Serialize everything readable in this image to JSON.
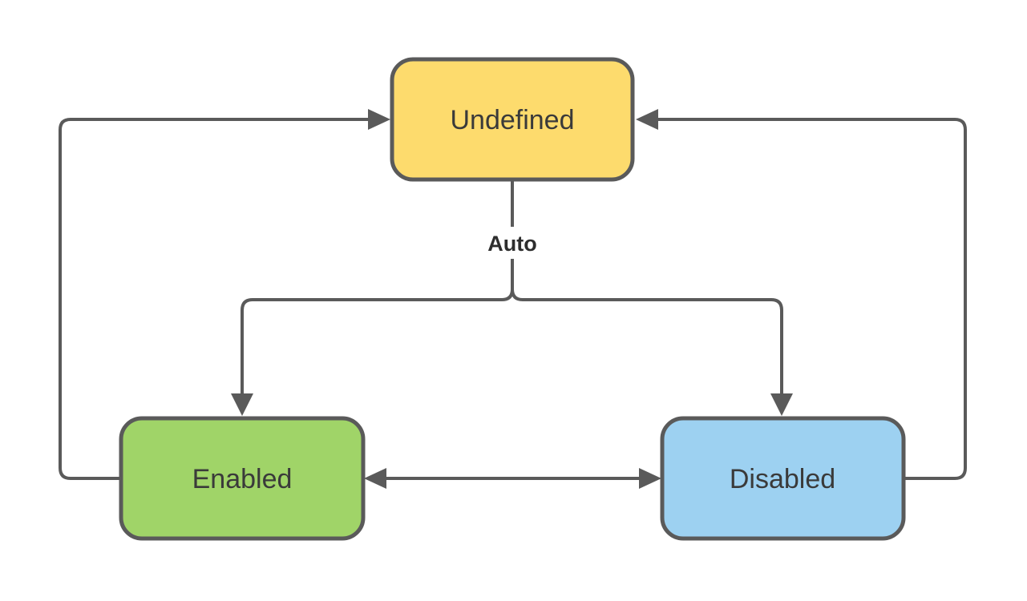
{
  "diagram": {
    "type": "state-diagram",
    "background_color": "#ffffff",
    "line_color": "#5a5a5a",
    "nodes": [
      {
        "id": "undefined",
        "label": "Undefined",
        "fill": "#FDDB6D"
      },
      {
        "id": "enabled",
        "label": "Enabled",
        "fill": "#A0D468"
      },
      {
        "id": "disabled",
        "label": "Disabled",
        "fill": "#9DD1F1"
      }
    ],
    "edges": [
      {
        "id": "auto-split",
        "label": "Auto",
        "from": "Undefined",
        "to": [
          "Enabled",
          "Disabled"
        ],
        "bidirectional": false
      },
      {
        "id": "enabled-to-undefined",
        "label": "",
        "from": "Enabled",
        "to": [
          "Undefined"
        ],
        "bidirectional": false
      },
      {
        "id": "disabled-to-undefined",
        "label": "",
        "from": "Disabled",
        "to": [
          "Undefined"
        ],
        "bidirectional": false
      },
      {
        "id": "enabled-disabled-toggle",
        "label": "",
        "from": "Enabled",
        "to": [
          "Disabled"
        ],
        "bidirectional": true
      }
    ]
  }
}
